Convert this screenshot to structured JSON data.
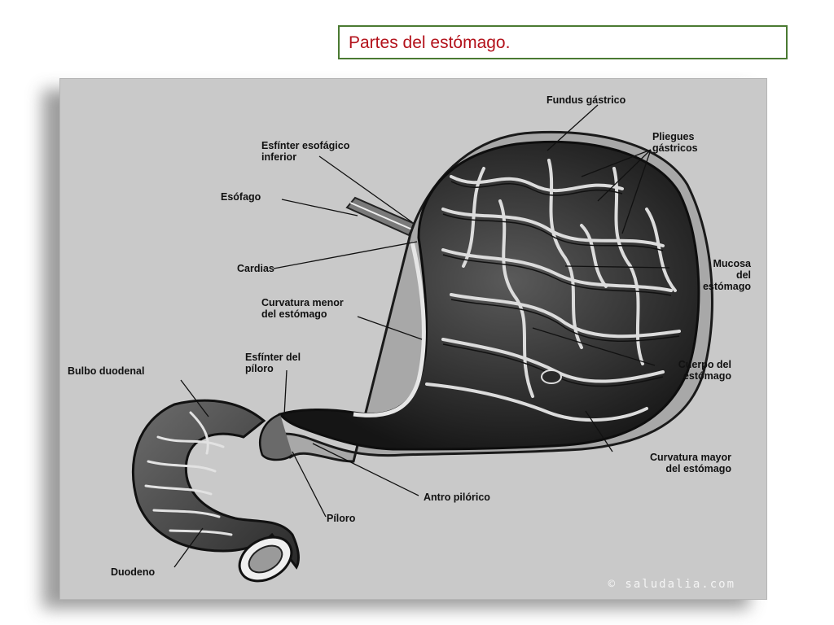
{
  "slide": {
    "title": "Partes del estómago."
  },
  "diagram": {
    "labels": {
      "fundus": "Fundus gástrico",
      "pliegues": "Pliegues\ngástricos",
      "esfinter_esofagico": "Esfínter esofágico\ninferior",
      "esofago": "Esófago",
      "cardias": "Cardias",
      "mucosa": "Mucosa\ndel\nestómago",
      "curvatura_menor": "Curvatura menor\ndel estómago",
      "esfinter_piloro": "Esfínter del\npíloro",
      "bulbo": "Bulbo duodenal",
      "cuerpo": "Cuerpo del\nestómago",
      "curvatura_mayor": "Curvatura mayor\ndel estómago",
      "antro": "Antro pilórico",
      "piloro": "Píloro",
      "duodeno": "Duodeno"
    },
    "watermark": "© saludalia.com"
  }
}
